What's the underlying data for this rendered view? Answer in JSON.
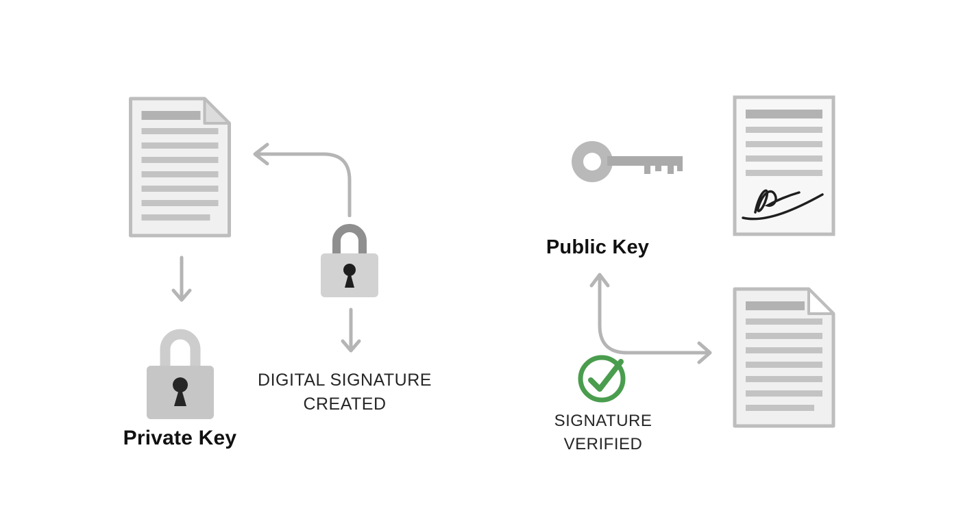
{
  "diagram": {
    "left_flow": {
      "private_key_label": "Private Key",
      "digital_signature_label": "DIGITAL SIGNATURE CREATED"
    },
    "right_flow": {
      "public_key_label": "Public Key",
      "signature_verified_label": "SIGNATURE VERIFIED"
    },
    "colors": {
      "document_fill": "#f0f0f0",
      "document_border": "#bdbdbd",
      "document_lines": "#c3c3c3",
      "padlock_body": "#c9c9c9",
      "padlock_shackle_dark": "#8f8f8f",
      "keyhole_dark": "#262626",
      "arrow_gray": "#b5b5b5",
      "key_gray": "#b9b9b9",
      "verified_green": "#4a9d4e",
      "text_dark": "#111111"
    },
    "icons": {
      "document": "document-icon",
      "signed_document": "signed-document-icon",
      "private_key_padlock": "padlock-icon",
      "signing_padlock": "padlock-icon",
      "public_key": "key-icon",
      "verified_check": "checkmark-circle-icon",
      "signature": "signature-scribble-icon",
      "arrows": "arrow-icon"
    }
  }
}
